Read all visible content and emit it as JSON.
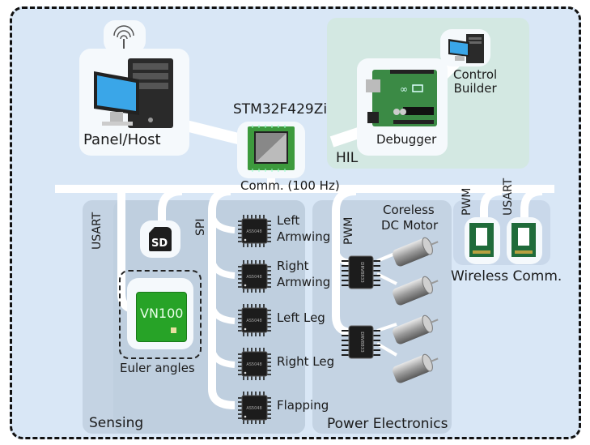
{
  "diagram": {
    "title_nodes": {
      "host": "Panel/Host",
      "mcu": "STM32F429Zi",
      "debugger": "Debugger",
      "control_builder": "Control\nBuilder",
      "hil": "HIL",
      "comm_bus": "Comm. (100 Hz)"
    },
    "sensing": {
      "zone_label": "Sensing",
      "usart_label": "USART",
      "spi_label": "SPI",
      "sd_label": "SD",
      "imu_chip": "VN100",
      "imu_caption": "Euler angles",
      "encoder_chip_marking": "AS5048",
      "encoders": [
        {
          "line1": "Left",
          "line2": "Armwing"
        },
        {
          "line1": "Right",
          "line2": "Armwing"
        },
        {
          "line1": "Left Leg",
          "line2": ""
        },
        {
          "line1": "Right Leg",
          "line2": ""
        },
        {
          "line1": "Flapping",
          "line2": ""
        }
      ]
    },
    "power": {
      "zone_label": "Power Electronics",
      "pwm_label": "PWM",
      "motor_label_1": "Coreless",
      "motor_label_2": "DC Motor",
      "driver_chip_marking": "DRV8833",
      "driver_count": 2,
      "motor_count": 4
    },
    "wireless": {
      "label": "Wireless Comm.",
      "pwm_label": "PWM",
      "usart_label": "USART"
    },
    "colors": {
      "background": "#d9e7f6",
      "hil_zone": "#d3e8e2",
      "section_zone": "#c4d3e3",
      "chip_green": "#2e9e2e",
      "chip_black": "#1c1c1c",
      "wire": "#ffffff"
    }
  }
}
